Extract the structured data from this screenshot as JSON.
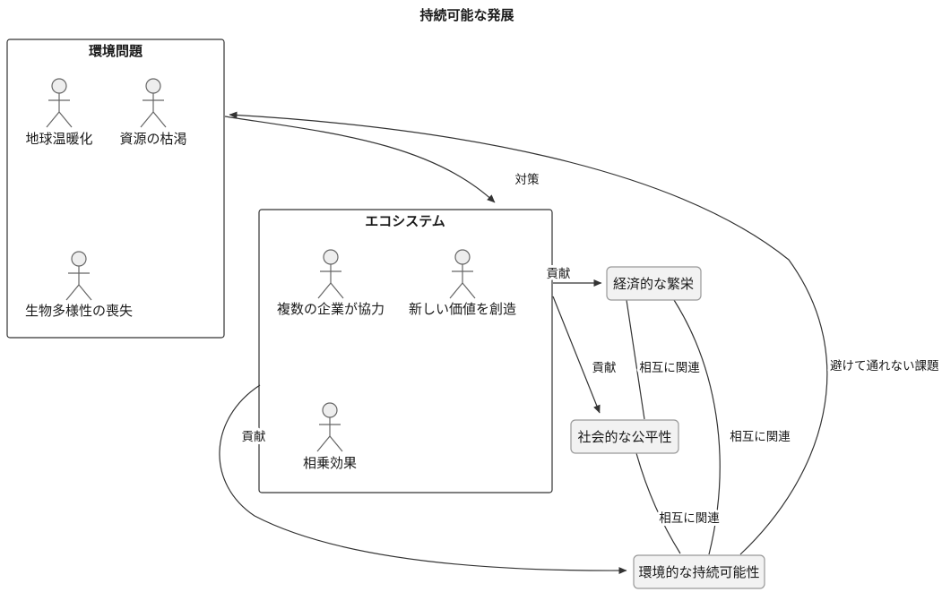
{
  "diagram": {
    "title": "持続可能な発展",
    "groups": [
      {
        "name": "環境問題",
        "actors": [
          "地球温暖化",
          "資源の枯渇",
          "生物多様性の喪失"
        ]
      },
      {
        "name": "エコシステム",
        "actors": [
          "複数の企業が協力",
          "新しい価値を創造",
          "相乗効果"
        ]
      }
    ],
    "nodes": [
      {
        "label": "経済的な繁栄"
      },
      {
        "label": "社会的な公平性"
      },
      {
        "label": "環境的な持続可能性"
      }
    ],
    "edges": [
      {
        "from": "環境問題",
        "to": "エコシステム",
        "label": "対策",
        "arrowhead": true
      },
      {
        "from": "エコシステム",
        "to": "経済的な繁栄",
        "label": "貢献",
        "arrowhead": true
      },
      {
        "from": "エコシステム",
        "to": "社会的な公平性",
        "label": "貢献",
        "arrowhead": true
      },
      {
        "from": "エコシステム",
        "to": "環境的な持続可能性",
        "label": "貢献",
        "arrowhead": true
      },
      {
        "from": "経済的な繁栄",
        "to": "社会的な公平性",
        "label": "相互に関連",
        "arrowhead": false
      },
      {
        "from": "経済的な繁栄",
        "to": "環境的な持続可能性",
        "label": "相互に関連",
        "arrowhead": false
      },
      {
        "from": "社会的な公平性",
        "to": "環境的な持続可能性",
        "label": "相互に関連",
        "arrowhead": false
      },
      {
        "from": "環境的な持続可能性",
        "to": "環境問題",
        "label": "避けて通れない課題",
        "arrowhead": true
      }
    ],
    "colors": {
      "background": "#ffffff",
      "line": "#333333",
      "container_border": "#333333",
      "node_fill": "#f2f2f2",
      "node_border": "#999999",
      "actor_stroke": "#666666",
      "actor_head_fill": "#eeeeee",
      "text": "#1a1a1a"
    }
  }
}
